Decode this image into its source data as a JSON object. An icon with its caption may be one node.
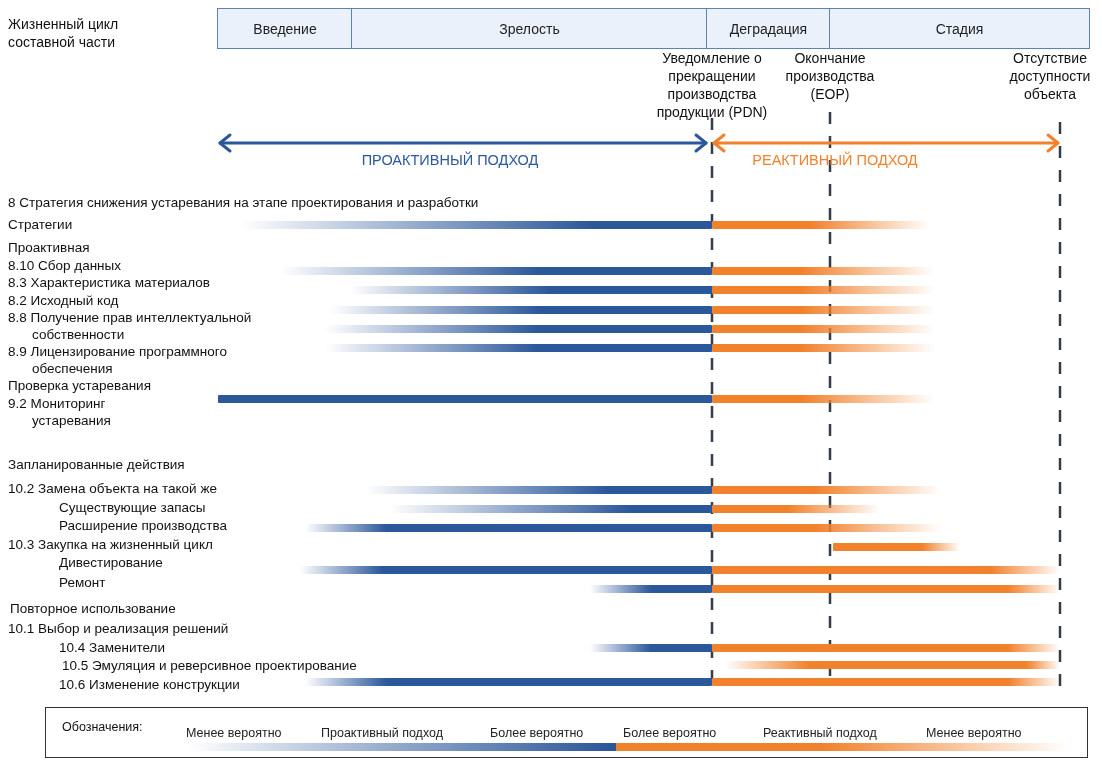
{
  "diagram": {
    "nodes": [
      {
        "text": [
          "Введение"
        ]
      },
      {
        "text": [
          "Зрелость"
        ]
      },
      {
        "text": [
          "Деградация"
        ]
      },
      {
        "text": [
          "Стадия"
        ]
      }
    ],
    "edges": [],
    "labels": [
      "Жизненный цикл составной части",
      "Уведомление о прекращении производства продукции (PDN)",
      "Окончание производства (EOP)",
      "Отсутствие доступности объекта",
      "ПРОАКТИВНЫЙ ПОДХОД",
      "РЕАКТИВНЫЙ ПОДХОД",
      "8 Стратегия снижения устаревания на этапе проектирования и разработки",
      "Стратегии",
      "Проактивная",
      "8.10 Сбор данных",
      "8.3 Характеристика материалов",
      "8.2 Исходный код",
      "8.8 Получение прав интеллектуальной собственности",
      "8.9 Лицензирование программного обеспечения",
      "Проверка устаревания",
      "9.2 Мониторинг устаревания",
      "Запланированные действия",
      "10.2 Замена объекта на такой же",
      "Существующие запасы",
      "Расширение производства",
      "10.3 Закупка на жизненный цикл",
      "Дивестирование",
      "Ремонт",
      "Повторное использование",
      "10.1 Выбор и реализация решений",
      "10.4 Заменители",
      "10.5 Эмуляция и реверсивное проектирование",
      "10.6 Изменение конструкции",
      "Обозначения:"
    ],
    "legend": [
      {
        "text": "Менее вероятно"
      },
      {
        "text": "Проактивный подход"
      },
      {
        "text": "Более вероятно"
      },
      {
        "text": "Более вероятно"
      },
      {
        "text": "Реактивный подход"
      },
      {
        "text": "Менее вероятно"
      }
    ]
  }
}
